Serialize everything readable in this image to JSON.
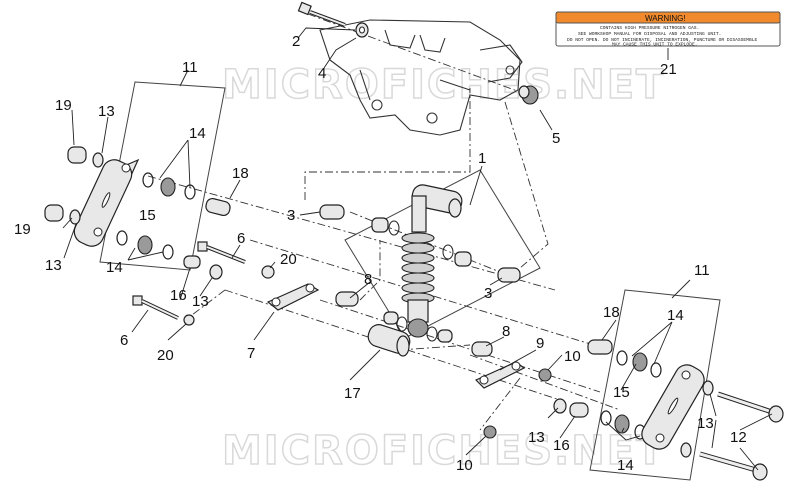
{
  "watermark": "MICROFICHES.NET",
  "warning_label": {
    "heading": "WARNING!",
    "lines": [
      "CONTAINS HIGH PRESSURE NITROGEN GAS.",
      "SEE WORKSHOP MANUAL FOR DISPOSAL AND ADJUSTING UNIT.",
      "DO NOT OPEN. DO NOT INCINERATE, INCINERATION, PUNCTURE OR DISASSEMBLE",
      "MAY CAUSE THIS UNIT TO EXPLODE."
    ],
    "accent_color": "#f08a2c"
  },
  "callouts": {
    "c1": "1",
    "c2": "2",
    "c3a": "3",
    "c3b": "3",
    "c4": "4",
    "c5": "5",
    "c6a": "6",
    "c6b": "6",
    "c7": "7",
    "c8a": "8",
    "c8b": "8",
    "c9": "9",
    "c10a": "10",
    "c10b": "10",
    "c11a": "11",
    "c11b": "11",
    "c12": "12",
    "c13a": "13",
    "c13b": "13",
    "c13c": "13",
    "c13d": "13",
    "c13e": "13",
    "c14a": "14",
    "c14b": "14",
    "c14c": "14",
    "c14d": "14",
    "c15a": "15",
    "c15b": "15",
    "c16a": "16",
    "c16b": "16",
    "c17": "17",
    "c18a": "18",
    "c18b": "18",
    "c19a": "19",
    "c19b": "19",
    "c20a": "20",
    "c20b": "20",
    "c21": "21"
  }
}
